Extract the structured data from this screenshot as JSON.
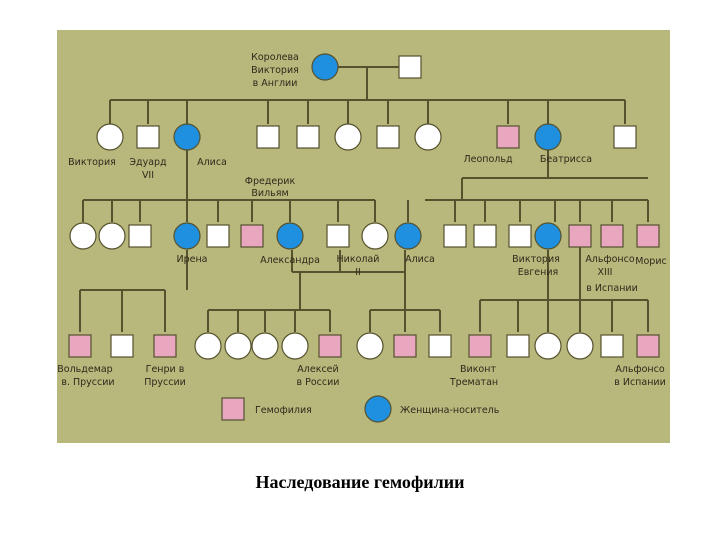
{
  "caption": "Наследование гемофилии",
  "colors": {
    "paper": "#b8b87c",
    "line": "#55522e",
    "healthy": "#ffffff",
    "hemophilia": "#e9a6bf",
    "carrier": "#1f8fe0"
  },
  "legend": {
    "hemophilia_label": "Гемофилия",
    "carrier_label": "Женщина-носитель"
  },
  "labels": {
    "victoria_1": "Королева",
    "victoria_2": "Виктория",
    "victoria_3": "в Англии",
    "victoria_d": "Виктория",
    "edward_1": "Эдуард",
    "edward_2": "VII",
    "alice_g1": "Алиса",
    "frederick_1": "Фредерик",
    "frederick_2": "Вильям",
    "leopold": "Леопольд",
    "beatrice": "Беатрисса",
    "irene": "Ирена",
    "alexandra": "Александра",
    "nicholas_1": "Николай",
    "nicholas_2": "II",
    "alice_g2": "Алиса",
    "victoria_e_1": "Виктория",
    "victoria_e_2": "Евгения",
    "alfonso_1": "Альфонсо",
    "alfonso_2": "XIII",
    "alfonso_3": "в Испании",
    "maurice": "Морис",
    "waldemar_1": "Вольдемар",
    "waldemar_2": "в. Пруссии",
    "henry_1": "Генри в",
    "henry_2": "Пруссии",
    "alexei_1": "Алексей",
    "alexei_2": "в России",
    "viscount_1": "Виконт",
    "viscount_2": "Трематан",
    "alfonso_s_1": "Альфонсо",
    "alfonso_s_2": "в Испании"
  },
  "generations": {
    "g0": [
      "carrier",
      "healthy"
    ],
    "g1": [
      "healthy",
      "healthy",
      "carrier",
      "healthy",
      "healthy",
      "healthy",
      "healthy",
      "healthy",
      "hemophilia",
      "carrier",
      "healthy"
    ],
    "g2": [
      "healthy",
      "healthy",
      "healthy",
      "carrier",
      "healthy",
      "hemophilia",
      "carrier",
      "healthy",
      "healthy",
      "carrier",
      "healthy",
      "healthy",
      "healthy",
      "carrier",
      "hemophilia",
      "hemophilia",
      "hemophilia"
    ],
    "g3": [
      "hemophilia",
      "healthy",
      "hemophilia",
      "healthy",
      "healthy",
      "healthy",
      "healthy",
      "hemophilia",
      "healthy",
      "hemophilia",
      "healthy",
      "hemophilia",
      "healthy",
      "healthy",
      "healthy",
      "healthy",
      "hemophilia"
    ]
  }
}
